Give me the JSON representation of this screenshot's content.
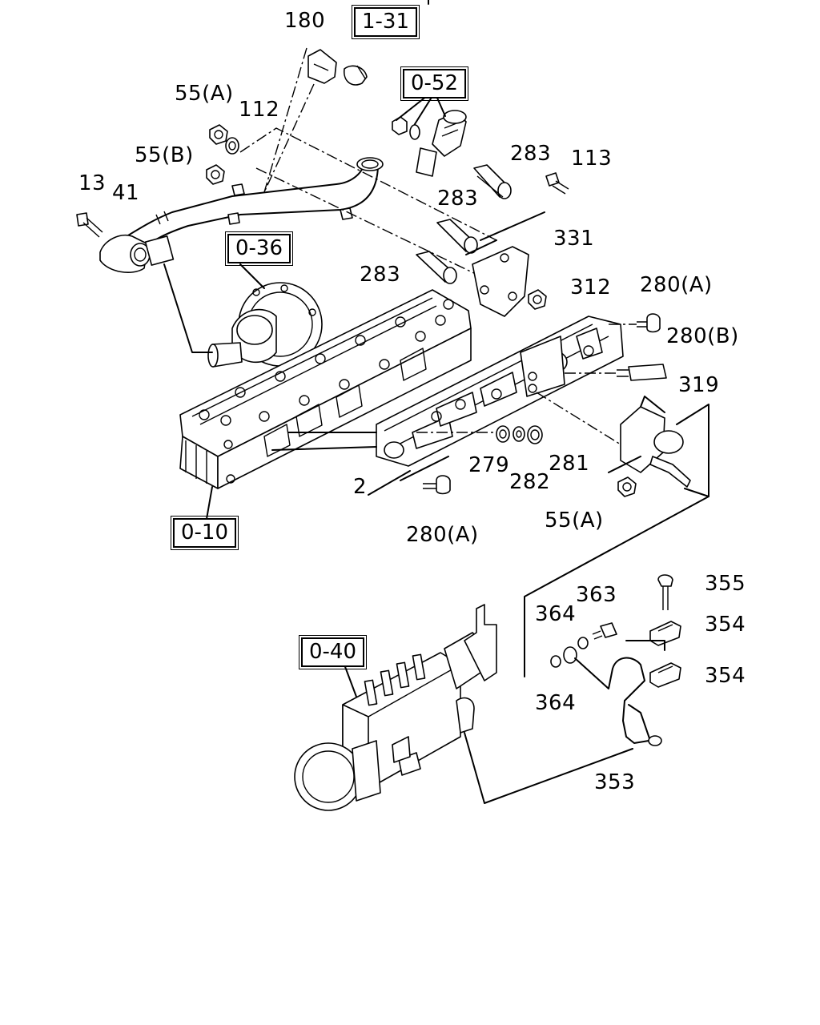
{
  "part_labels": {
    "p180": "180",
    "p55a_top": "55(A)",
    "p112": "112",
    "p55b": "55(B)",
    "p13": "13",
    "p41": "41",
    "p283_a": "283",
    "p113": "113",
    "p283_b": "283",
    "p331": "331",
    "p283_c": "283",
    "p312": "312",
    "p280a_right": "280(A)",
    "p280b": "280(B)",
    "p319": "319",
    "p279": "279",
    "p282": "282",
    "p281": "281",
    "p2": "2",
    "p55a_bottom": "55(A)",
    "p280a_bottom": "280(A)",
    "p355": "355",
    "p363": "363",
    "p364_a": "364",
    "p354_a": "354",
    "p354_b": "354",
    "p364_b": "364",
    "p353": "353"
  },
  "reference_boxes": {
    "r131": "1-31",
    "r052": "0-52",
    "r036": "0-36",
    "r010": "0-10",
    "r040": "0-40"
  }
}
